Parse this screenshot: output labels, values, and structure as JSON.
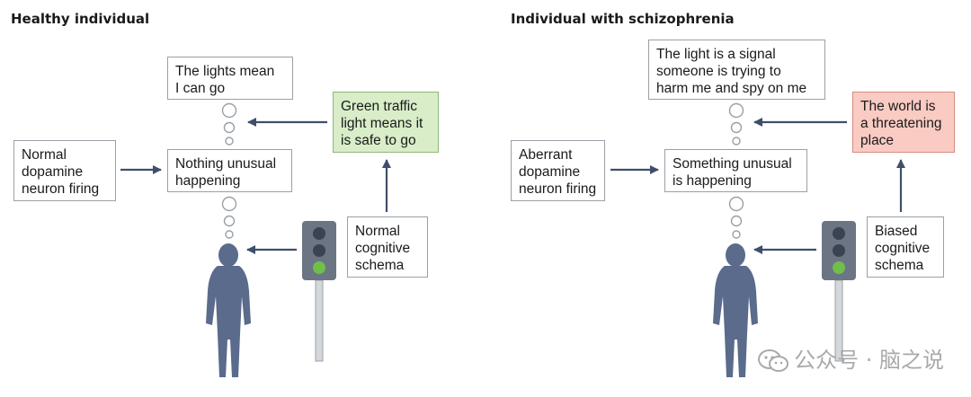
{
  "left": {
    "title": "Healthy individual",
    "belief": "The lights mean\nI can go",
    "input": "Normal\ndopamine\nneuron firing",
    "perception": "Nothing unusual\nhappening",
    "interpretation": "Green traffic\nlight means it\nis safe to go",
    "schema": "Normal\ncognitive\nschema",
    "interpretation_color": "#d8edc8",
    "active_light": "green"
  },
  "right": {
    "title": "Individual with schizophrenia",
    "belief": "The light is a signal\nsomeone is trying to\nharm me and spy on me",
    "input": "Aberrant\ndopamine\nneuron firing",
    "perception": "Something unusual\nis happening",
    "interpretation": "The world is\na threatening\nplace",
    "schema": "Biased\ncognitive\nschema",
    "interpretation_color": "#f9cbc3",
    "active_light": "green"
  },
  "watermark": "公众号 · 脑之说",
  "colors": {
    "figure": "#5a6b8c",
    "arrow": "#3f4f6b",
    "traffic_light_body": "#6b7583",
    "green_light": "#6fbf4a"
  }
}
